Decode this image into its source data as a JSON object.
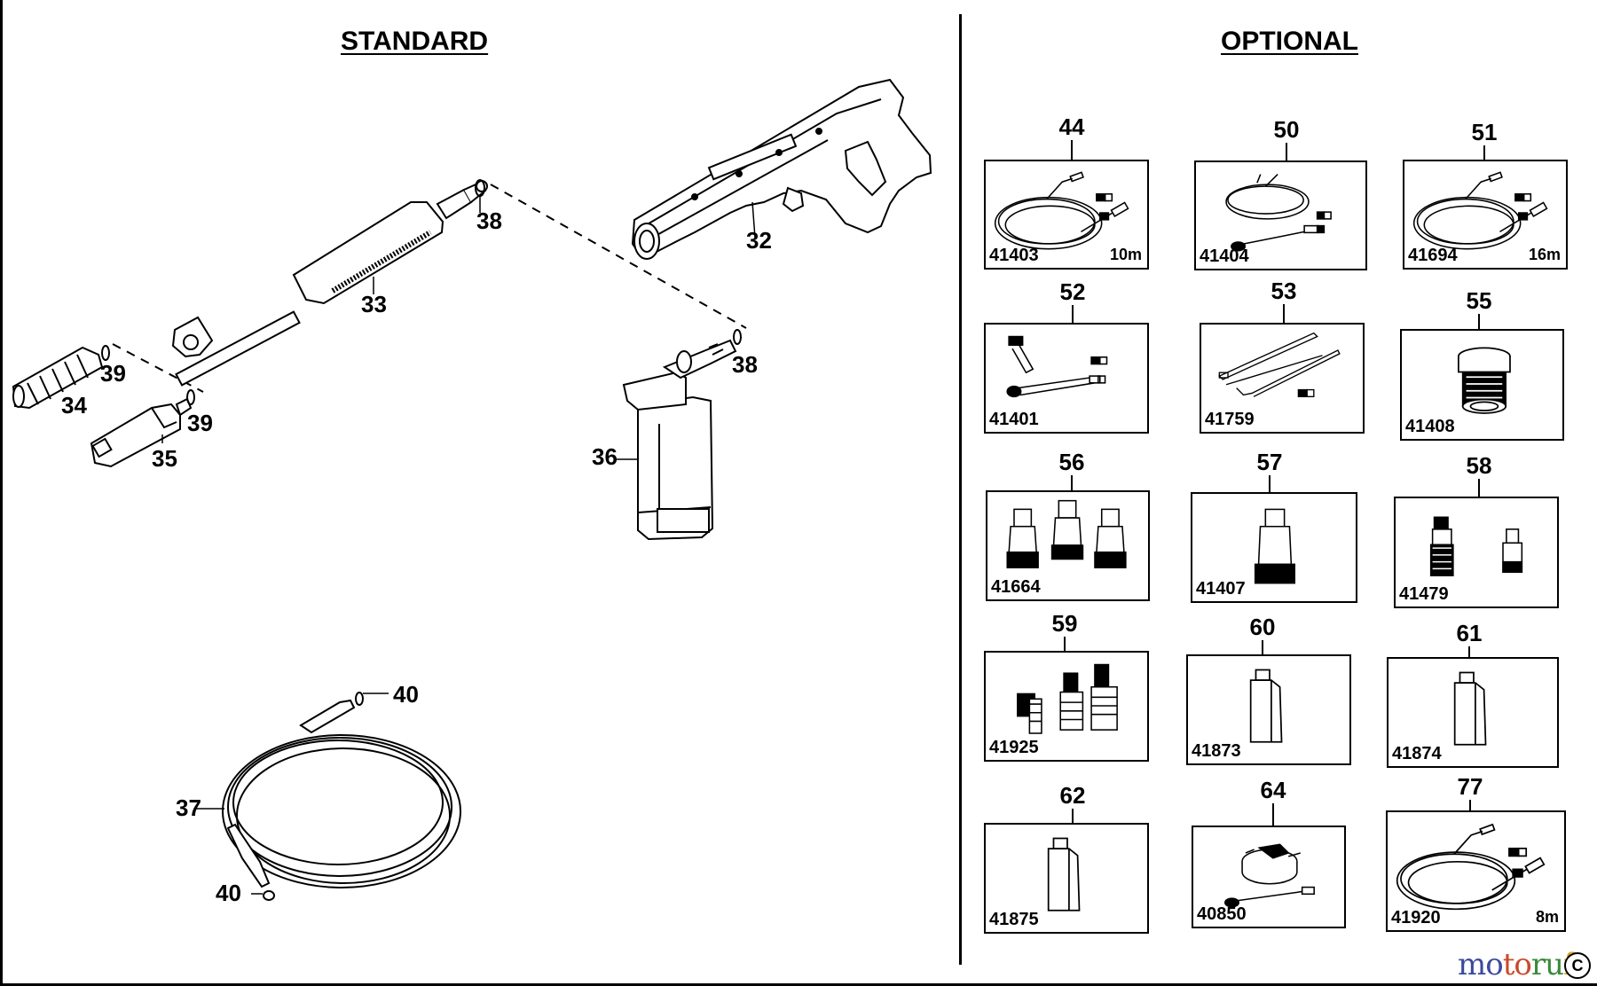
{
  "standard": {
    "heading": "STANDARD",
    "callouts": {
      "gun": "32",
      "lance": "33",
      "rotary_nozzle": "34",
      "vario_nozzle": "35",
      "detergent_bottle": "36",
      "hose": "37",
      "oring_lance": "38",
      "oring_bottle": "38",
      "oring_rotary": "39",
      "oring_vario": "39",
      "oring_hose_top": "40",
      "oring_hose_bottom": "40"
    }
  },
  "optional": {
    "heading": "OPTIONAL",
    "items": [
      {
        "pos": "44",
        "code": "41403",
        "length": "10m",
        "art": "hose-kit"
      },
      {
        "pos": "50",
        "code": "41404",
        "length": "",
        "art": "drain-hose-kit"
      },
      {
        "pos": "51",
        "code": "41694",
        "length": "16m",
        "art": "hose-kit"
      },
      {
        "pos": "52",
        "code": "41401",
        "length": "",
        "art": "angled-lance"
      },
      {
        "pos": "53",
        "code": "41759",
        "length": "",
        "art": "extension-lances"
      },
      {
        "pos": "55",
        "code": "41408",
        "length": "",
        "art": "adapter"
      },
      {
        "pos": "56",
        "code": "41664",
        "length": "",
        "art": "three-nozzles"
      },
      {
        "pos": "57",
        "code": "41407",
        "length": "",
        "art": "single-nozzle"
      },
      {
        "pos": "58",
        "code": "41479",
        "length": "",
        "art": "two-connectors"
      },
      {
        "pos": "59",
        "code": "41925",
        "length": "",
        "art": "three-connectors"
      },
      {
        "pos": "60",
        "code": "41873",
        "length": "",
        "art": "bottle"
      },
      {
        "pos": "61",
        "code": "41874",
        "length": "",
        "art": "bottle"
      },
      {
        "pos": "62",
        "code": "41875",
        "length": "",
        "art": "bottle"
      },
      {
        "pos": "64",
        "code": "40850",
        "length": "",
        "art": "patio-cleaner"
      },
      {
        "pos": "77",
        "code": "41920",
        "length": "8m",
        "art": "hose-kit"
      }
    ]
  },
  "watermark": {
    "part1": "mo",
    "part2": "to",
    "part3": "ru",
    "part4": "fi",
    "copyright": "C"
  }
}
